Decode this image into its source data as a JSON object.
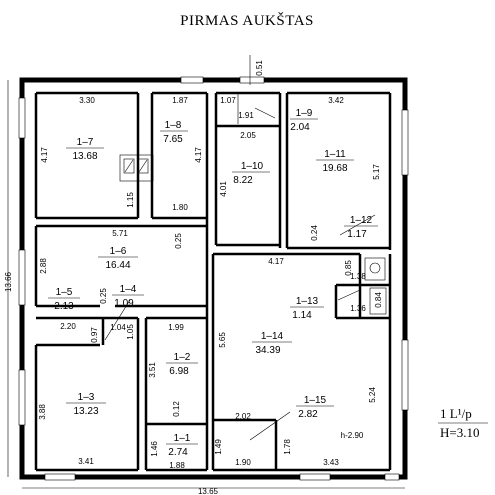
{
  "title": "PIRMAS AUKŠTAS",
  "legend": {
    "line1": "1 L¹/p",
    "line2": "H=3.10"
  },
  "rooms": [
    {
      "id": "1–7",
      "area": "13.68"
    },
    {
      "id": "1–8",
      "area": "7.65"
    },
    {
      "id": "1–9",
      "area": "2.04"
    },
    {
      "id": "1–10",
      "area": "8.22"
    },
    {
      "id": "1–11",
      "area": "19.68"
    },
    {
      "id": "1–12",
      "area": "1.17"
    },
    {
      "id": "1–6",
      "area": "16.44"
    },
    {
      "id": "1–5",
      "area": "2.13"
    },
    {
      "id": "1–4",
      "area": "1.09"
    },
    {
      "id": "1–13",
      "area": "1.14"
    },
    {
      "id": "1–14",
      "area": "34.39"
    },
    {
      "id": "1–2",
      "area": "6.98"
    },
    {
      "id": "1–3",
      "area": "13.23"
    },
    {
      "id": "1–15",
      "area": "2.82"
    },
    {
      "id": "1–1",
      "area": "2.74"
    }
  ],
  "dims": {
    "d051": "0.51",
    "d330": "3.30",
    "d187": "1.87",
    "d107": "1.07",
    "d342": "3.42",
    "d417a": "4.17",
    "d191": "1.91",
    "d205": "2.05",
    "d115": "1.15",
    "d417b": "4.17",
    "d401": "4.01",
    "d517": "5.17",
    "d180": "1.80",
    "d571": "5.71",
    "d025a": "0.25",
    "d024": "0.24",
    "d417c": "4.17",
    "d288": "2.88",
    "d085": "0.85",
    "d138": "1.38",
    "d1366": "13.66",
    "d025b": "0.25",
    "d084": "0.84",
    "d136": "1.36",
    "d220": "2.20",
    "d104": "1.04",
    "d097": "0.97",
    "d105": "1.05",
    "d199": "1.99",
    "d565": "5.65",
    "d351": "3.51",
    "d524": "5.24",
    "d388": "3.88",
    "d012": "0.12",
    "d202": "2.02",
    "d290": "h-2.90",
    "d146": "1.46",
    "d149": "1.49",
    "d178": "1.78",
    "d341": "3.41",
    "d188": "1.88",
    "d190": "1.90",
    "d343": "3.43",
    "d1365": "13.65"
  }
}
